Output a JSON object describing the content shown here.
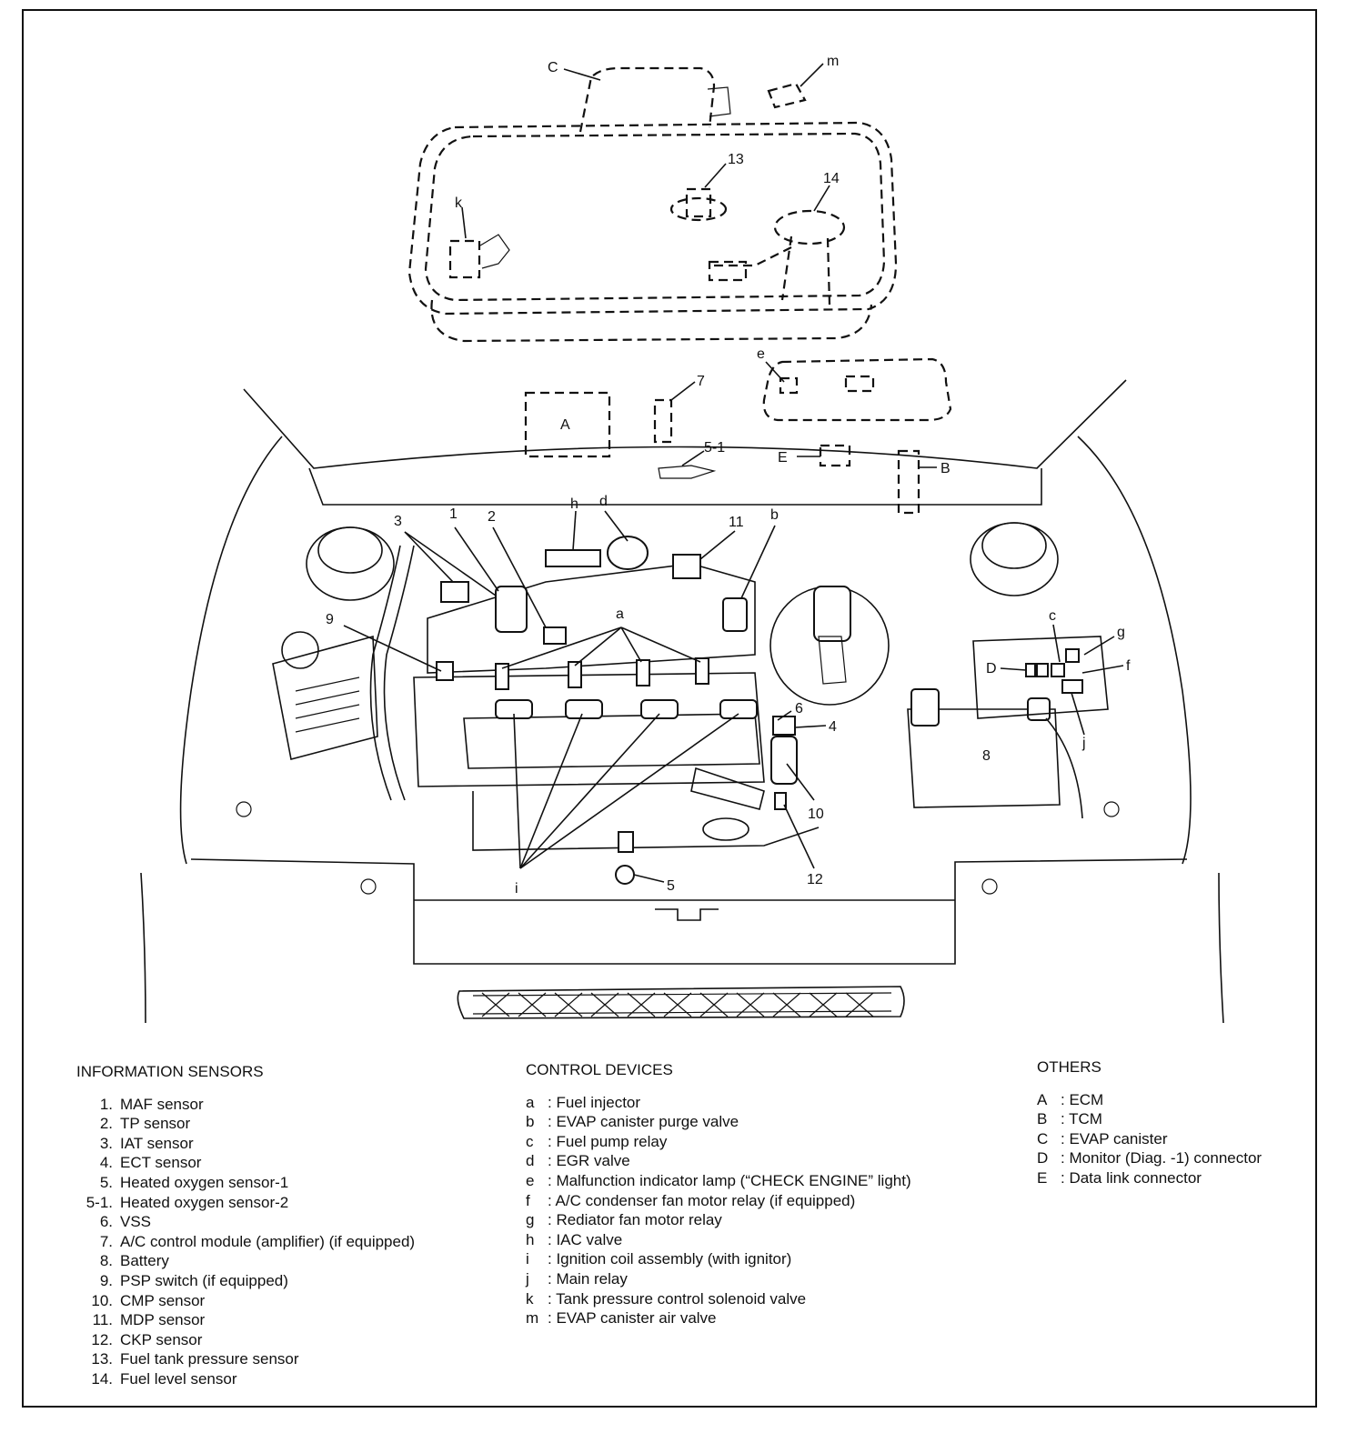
{
  "diagram_labels": {
    "C": "C",
    "m": "m",
    "k": "k",
    "n13": "13",
    "n14": "14",
    "e": "e",
    "n7": "7",
    "A": "A",
    "n5_1": "5-1",
    "E": "E",
    "B": "B",
    "n3": "3",
    "n1": "1",
    "n2": "2",
    "h": "h",
    "d": "d",
    "n11": "11",
    "b": "b",
    "a": "a",
    "n9": "9",
    "c": "c",
    "g": "g",
    "D": "D",
    "f": "f",
    "n6": "6",
    "n4": "4",
    "n8": "8",
    "j": "j",
    "n10": "10",
    "n12": "12",
    "i": "i",
    "n5": "5"
  },
  "information_sensors": {
    "title": "INFORMATION SENSORS",
    "items": [
      {
        "num": "1.",
        "label": "MAF sensor"
      },
      {
        "num": "2.",
        "label": "TP sensor"
      },
      {
        "num": "3.",
        "label": "IAT sensor"
      },
      {
        "num": "4.",
        "label": "ECT sensor"
      },
      {
        "num": "5.",
        "label": "Heated oxygen sensor-1"
      },
      {
        "num": "5-1.",
        "label": "Heated oxygen sensor-2"
      },
      {
        "num": "6.",
        "label": "VSS"
      },
      {
        "num": "7.",
        "label": "A/C control module (amplifier) (if equipped)"
      },
      {
        "num": "8.",
        "label": "Battery"
      },
      {
        "num": "9.",
        "label": "PSP switch (if equipped)"
      },
      {
        "num": "10.",
        "label": "CMP sensor"
      },
      {
        "num": "11.",
        "label": "MDP sensor"
      },
      {
        "num": "12.",
        "label": "CKP sensor"
      },
      {
        "num": "13.",
        "label": "Fuel tank pressure sensor"
      },
      {
        "num": "14.",
        "label": "Fuel level sensor"
      }
    ]
  },
  "control_devices": {
    "title": "CONTROL DEVICES",
    "items": [
      {
        "num": "a",
        "label": ": Fuel injector"
      },
      {
        "num": "b",
        "label": ": EVAP canister purge valve"
      },
      {
        "num": "c",
        "label": ": Fuel pump relay"
      },
      {
        "num": "d",
        "label": ": EGR valve"
      },
      {
        "num": "e",
        "label": ": Malfunction indicator lamp (“CHECK ENGINE” light)"
      },
      {
        "num": "f",
        "label": ": A/C condenser fan motor relay (if equipped)"
      },
      {
        "num": "g",
        "label": ": Rediator fan motor relay"
      },
      {
        "num": "h",
        "label": ": IAC valve"
      },
      {
        "num": "i",
        "label": ": Ignition coil assembly (with ignitor)"
      },
      {
        "num": "j",
        "label": ": Main relay"
      },
      {
        "num": "k",
        "label": ": Tank pressure control solenoid valve"
      },
      {
        "num": "m",
        "label": ": EVAP canister air valve"
      }
    ]
  },
  "others": {
    "title": "OTHERS",
    "items": [
      {
        "num": "A",
        "label": ": ECM"
      },
      {
        "num": "B",
        "label": ": TCM"
      },
      {
        "num": "C",
        "label": ": EVAP canister"
      },
      {
        "num": "D",
        "label": ": Monitor (Diag. -1) connector"
      },
      {
        "num": "E",
        "label": ": Data link connector"
      }
    ]
  }
}
